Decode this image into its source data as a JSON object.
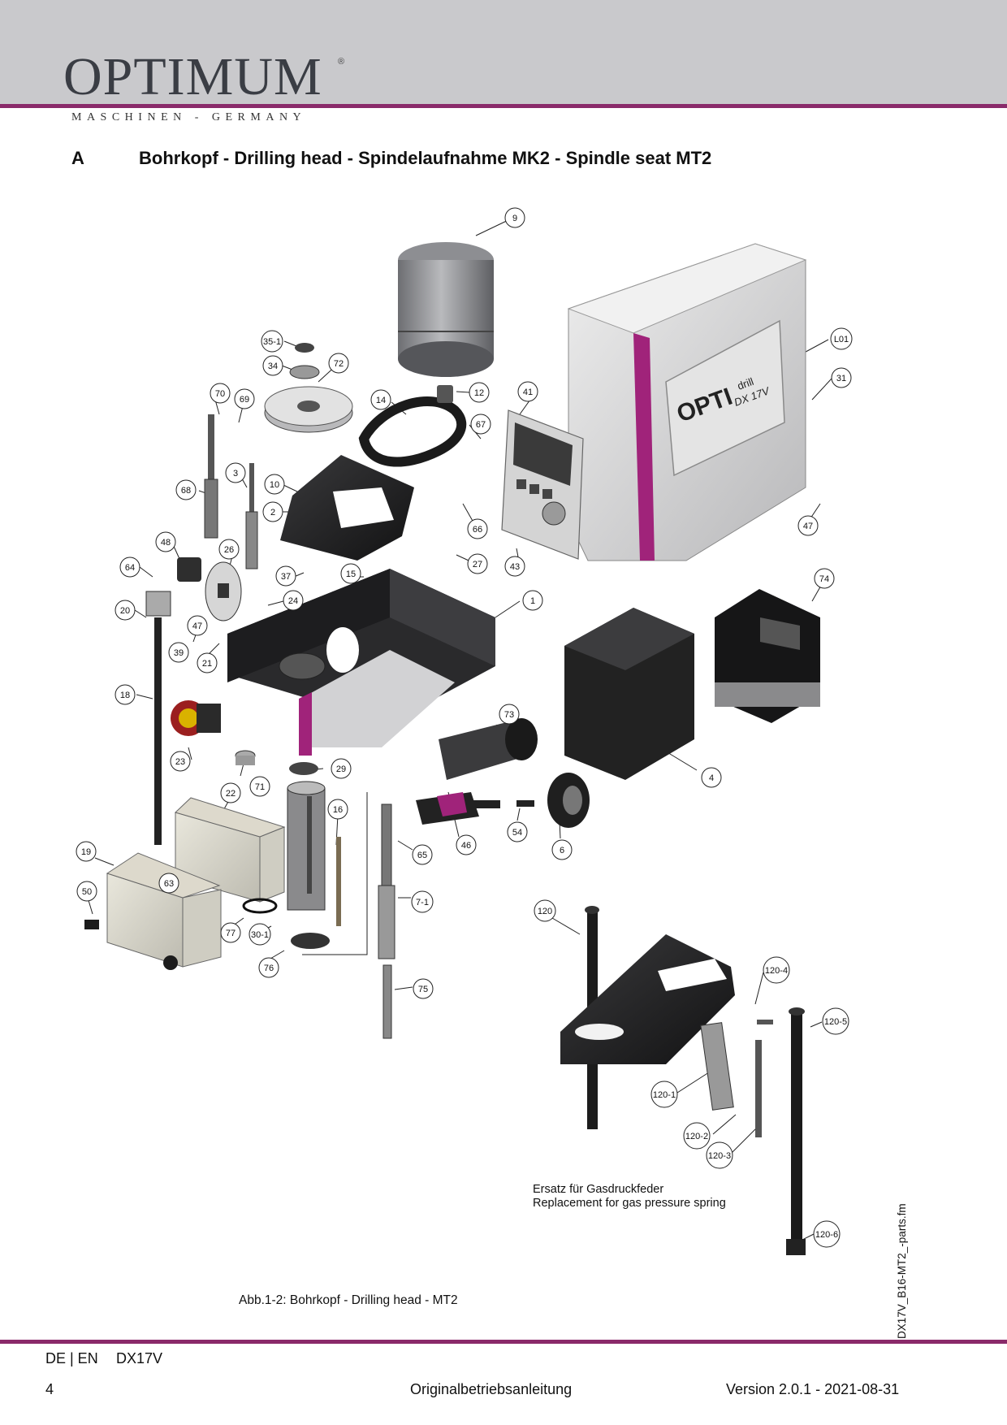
{
  "header": {
    "logo": "OPTIMUM",
    "logo_reg": "®",
    "logo_sub": "MASCHINEN - GERMANY"
  },
  "section": {
    "letter": "A",
    "title": "Bohrkopf - Drilling head - Spindelaufnahme MK2 - Spindle seat MT2"
  },
  "drawing": {
    "brand_label": "OPTI",
    "brand_sub": "drill",
    "brand_model": "DX 17V",
    "parts": [
      "9",
      "35-1",
      "34",
      "72",
      "70",
      "69",
      "14",
      "12",
      "41",
      "L01",
      "31",
      "67",
      "3",
      "10",
      "68",
      "2",
      "66",
      "48",
      "26",
      "27",
      "43",
      "47",
      "74",
      "64",
      "37",
      "15",
      "24",
      "1",
      "20",
      "47",
      "39",
      "21",
      "18",
      "73",
      "23",
      "29",
      "71",
      "4",
      "22",
      "16",
      "19",
      "63",
      "65",
      "46",
      "54",
      "6",
      "50",
      "7-1",
      "77",
      "30-1",
      "76",
      "75",
      "120",
      "120-4",
      "120-5",
      "120-1",
      "120-2",
      "120-3",
      "120-6"
    ]
  },
  "replacement_note": {
    "line1": "Ersatz für Gasdruckfeder",
    "line2": "Replacement for gas pressure spring"
  },
  "caption": "Abb.1-2:   Bohrkopf - Drilling head - MT2",
  "side_file": "DX17V_B16-MT2_-parts.fm",
  "footer": {
    "lang": "DE | EN",
    "model": "DX17V",
    "page": "4",
    "center": "Originalbetriebsanleitung",
    "version": "Version 2.0.1 - 2021-08-31"
  },
  "colors": {
    "accent": "#8a2a6a",
    "header_band": "#c9c9cc",
    "magenta_part": "#a0237a"
  }
}
